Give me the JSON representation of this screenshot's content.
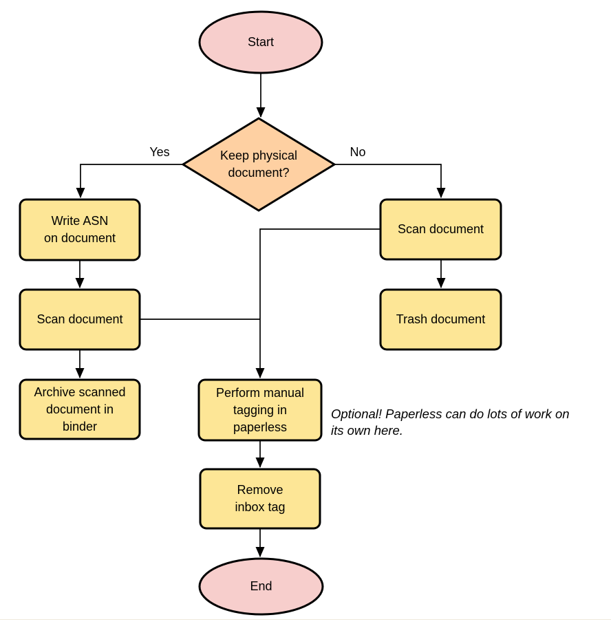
{
  "diagram": {
    "colors": {
      "terminal_fill": "#f7cecc",
      "decision_fill": "#fed0a2",
      "process_fill": "#fde696",
      "stroke": "#000000"
    },
    "nodes": {
      "start": {
        "label": "Start",
        "type": "terminal"
      },
      "decision": {
        "label": "Keep physical\ndocument?",
        "type": "decision"
      },
      "write_asn": {
        "label": "Write ASN\non document",
        "type": "process"
      },
      "scan_left": {
        "label": "Scan document",
        "type": "process"
      },
      "archive": {
        "label": "Archive scanned\ndocument in\nbinder",
        "type": "process"
      },
      "scan_right": {
        "label": "Scan document",
        "type": "process"
      },
      "trash": {
        "label": "Trash document",
        "type": "process"
      },
      "tagging": {
        "label": "Perform manual\ntagging in\npaperless",
        "type": "process"
      },
      "remove_inbox": {
        "label": "Remove\ninbox tag",
        "type": "process"
      },
      "end": {
        "label": "End",
        "type": "terminal"
      }
    },
    "edge_labels": {
      "yes": "Yes",
      "no": "No"
    },
    "note": "Optional! Paperless can do lots of work on\nits own here."
  }
}
